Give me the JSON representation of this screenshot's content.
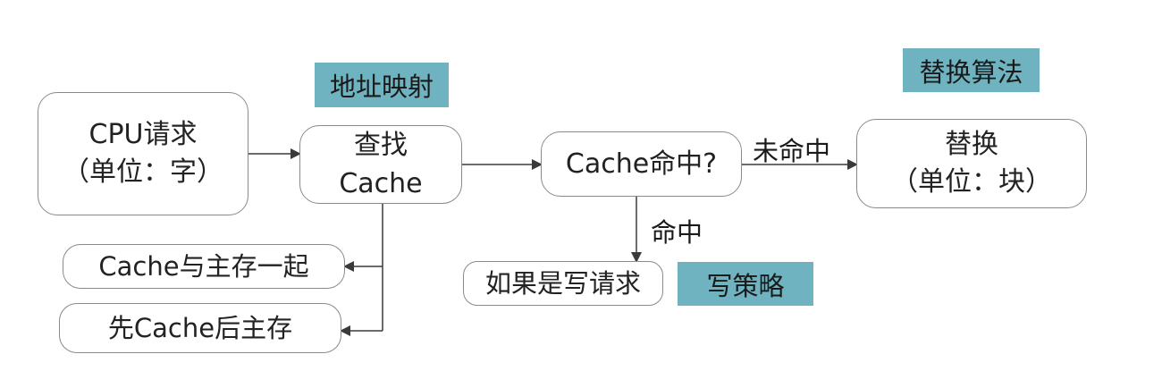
{
  "colors": {
    "tag_fill": "#6fb3c0",
    "box_border": "#8a8a8a",
    "arrow": "#3a3a3a"
  },
  "nodes": {
    "cpu_request": {
      "line1": "CPU请求",
      "line2": "（单位：字）"
    },
    "lookup_cache": {
      "line1": "查找",
      "line2": "Cache"
    },
    "cache_hit_check": {
      "text": "Cache命中?"
    },
    "replace": {
      "line1": "替换",
      "line2": "（单位：块）"
    },
    "write_request": {
      "text": "如果是写请求"
    },
    "write_through": {
      "text": "Cache与主存一起"
    },
    "write_back": {
      "text": "先Cache后主存"
    }
  },
  "tags": {
    "address_mapping": "地址映射",
    "replacement_algorithm": "替换算法",
    "write_policy": "写策略"
  },
  "edge_labels": {
    "miss": "未命中",
    "hit": "命中"
  }
}
